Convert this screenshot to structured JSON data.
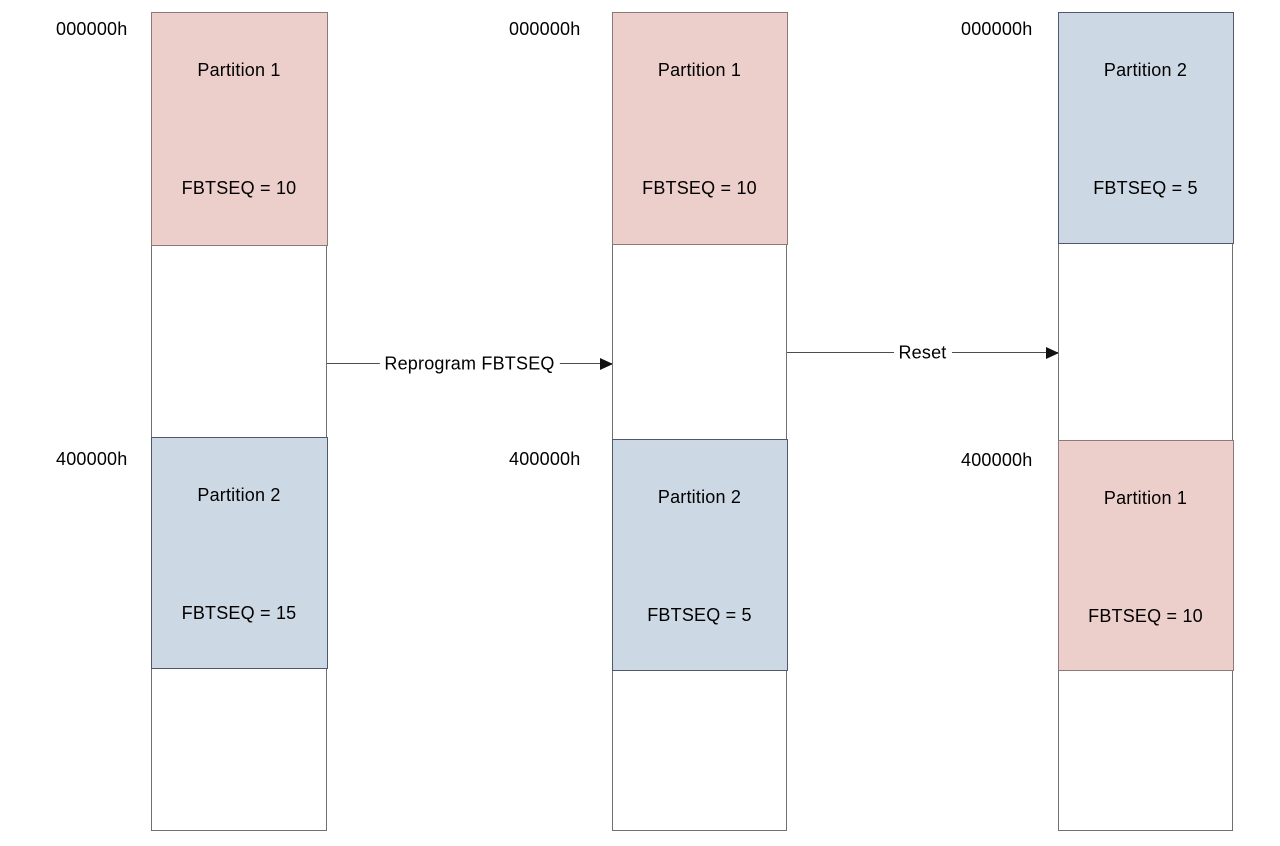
{
  "colors": {
    "partition1_fill": "#ECCECA",
    "partition1_border": "#8D7A78",
    "partition2_fill": "#CCD8E4",
    "partition2_border": "#4E5A6B",
    "column_border": "#707070",
    "arrow_line": "#4D4D4D",
    "text": "#000000"
  },
  "columns": [
    {
      "top_address": "000000h",
      "mid_address": "400000h",
      "segments": [
        {
          "title": "Partition 1",
          "value": "FBTSEQ = 10"
        },
        {
          "title": "Partition 2",
          "value": "FBTSEQ = 15"
        }
      ]
    },
    {
      "top_address": "000000h",
      "mid_address": "400000h",
      "segments": [
        {
          "title": "Partition 1",
          "value": "FBTSEQ = 10"
        },
        {
          "title": "Partition 2",
          "value": "FBTSEQ = 5"
        }
      ]
    },
    {
      "top_address": "000000h",
      "mid_address": "400000h",
      "segments": [
        {
          "title": "Partition 2",
          "value": "FBTSEQ = 5"
        },
        {
          "title": "Partition 1",
          "value": "FBTSEQ = 10"
        }
      ]
    }
  ],
  "arrows": [
    {
      "label": "Reprogram FBTSEQ"
    },
    {
      "label": "Reset"
    }
  ]
}
